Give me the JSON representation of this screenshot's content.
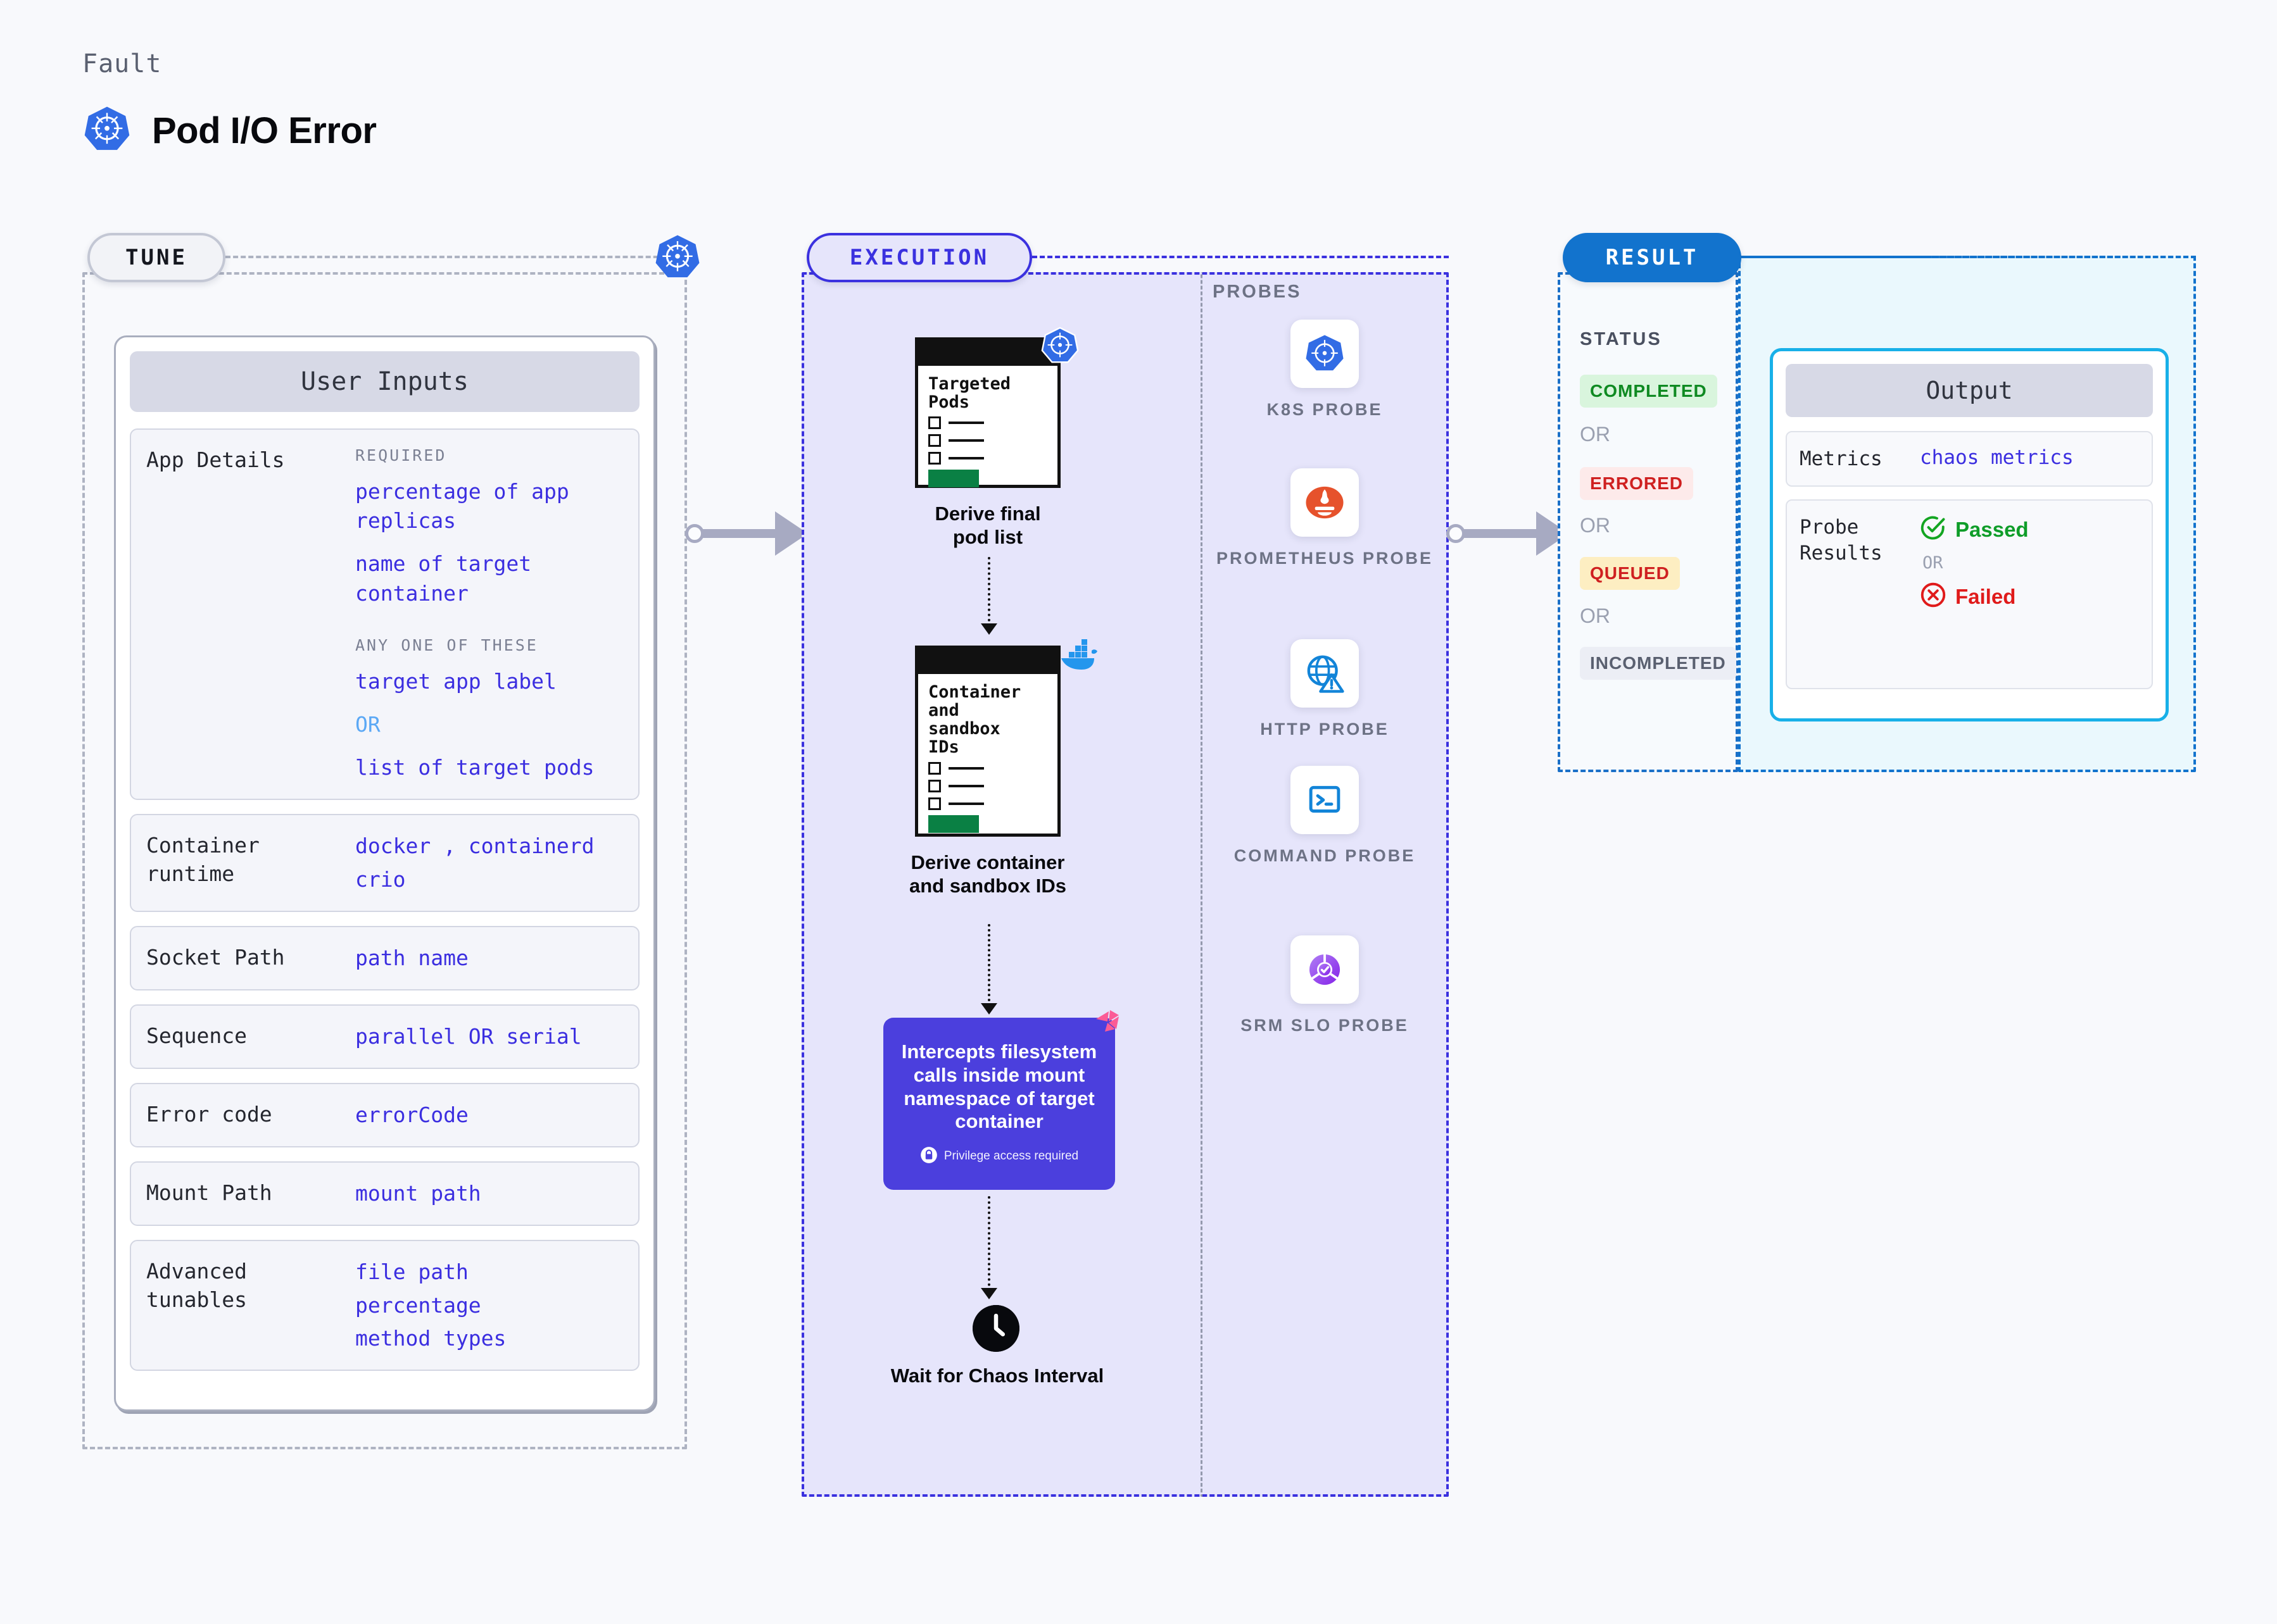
{
  "header": {
    "kicker": "Fault",
    "title": "Pod I/O Error",
    "icon": "kubernetes-icon"
  },
  "tune": {
    "pill_label": "TUNE",
    "badge_icon": "kubernetes-icon",
    "card_title": "User Inputs",
    "rows": [
      {
        "label": "App Details",
        "groups": [
          {
            "caption": "REQUIRED",
            "values": [
              "percentage of app replicas",
              "name of target container"
            ]
          },
          {
            "caption": "ANY ONE OF THESE",
            "values": [
              "target app label",
              "OR",
              "list of target pods"
            ]
          }
        ]
      },
      {
        "label": "Container runtime",
        "values": [
          "docker , containerd",
          "crio"
        ]
      },
      {
        "label": "Socket Path",
        "values": [
          "path name"
        ]
      },
      {
        "label": "Sequence",
        "values": [
          "parallel OR serial"
        ]
      },
      {
        "label": "Error code",
        "values": [
          "errorCode"
        ]
      },
      {
        "label": "Mount Path",
        "values": [
          "mount path"
        ]
      },
      {
        "label": "Advanced tunables",
        "values": [
          "file path",
          "percentage",
          "method types"
        ]
      }
    ]
  },
  "execution": {
    "pill_label": "EXECUTION",
    "steps": [
      {
        "doc_title": "Targeted Pods",
        "caption": "Derive final pod list",
        "badge_icon": "kubernetes-icon"
      },
      {
        "doc_title": "Container and sandbox IDs",
        "caption": "Derive container and sandbox IDs",
        "badge_icon": "docker-icon"
      }
    ],
    "action_card": {
      "text": "Intercepts filesystem calls inside mount namespace of target container",
      "privilege_note": "Privilege access required",
      "privilege_icon": "lock-icon",
      "corner_icon": "litmus-icon"
    },
    "wait_step": {
      "caption": "Wait for Chaos Interval",
      "icon": "clock-icon"
    }
  },
  "probes": {
    "section_label": "PROBES",
    "items": [
      {
        "name": "K8S PROBE",
        "icon": "kubernetes-icon"
      },
      {
        "name": "PROMETHEUS PROBE",
        "icon": "prometheus-icon"
      },
      {
        "name": "HTTP PROBE",
        "icon": "globe-warning-icon"
      },
      {
        "name": "COMMAND PROBE",
        "icon": "terminal-icon"
      },
      {
        "name": "SRM SLO PROBE",
        "icon": "slo-donut-icon"
      }
    ]
  },
  "result": {
    "pill_label": "RESULT",
    "status_label": "STATUS",
    "statuses": [
      {
        "text": "COMPLETED",
        "bg": "#d9f5dd",
        "fg": "#0f8a22"
      },
      {
        "text": "OR"
      },
      {
        "text": "ERRORED",
        "bg": "#fdeaea",
        "fg": "#cf2020"
      },
      {
        "text": "OR"
      },
      {
        "text": "QUEUED",
        "bg": "#fdeec2",
        "fg": "#cf2020"
      },
      {
        "text": "OR"
      },
      {
        "text": "INCOMPLETED",
        "bg": "#eceef5",
        "fg": "#5a6070"
      }
    ],
    "output": {
      "title": "Output",
      "metrics_label": "Metrics",
      "metrics_value": "chaos metrics",
      "probe_results_label": "Probe Results",
      "passed_label": "Passed",
      "or_label": "OR",
      "failed_label": "Failed",
      "passed_icon": "check-circle-icon",
      "failed_icon": "x-circle-icon"
    }
  },
  "colors": {
    "page_bg": "#f8f9fc",
    "tune_border": "#aeb3c2",
    "execution_accent": "#3b31df",
    "execution_bg": "#e6e5fb",
    "result_accent": "#1273cd",
    "result_bg": "#eaf8fd",
    "value_text": "#3b2ee0",
    "action_card": "#4b3fdd"
  }
}
